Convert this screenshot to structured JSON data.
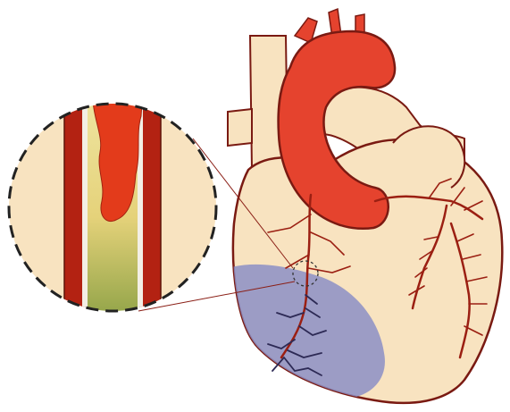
{
  "illustration": {
    "colors": {
      "muscle": "#f8e3c0",
      "outline": "#7a1a12",
      "aorta": "#e5432e",
      "infarct": "#8c8fc6",
      "artery_wall": "#b32212",
      "plaque_yellow": "#ecd88a",
      "plaque_green": "#8fa047",
      "clot": "#e33b1b",
      "vessel_lines": "#9b1f12"
    },
    "icons": [
      "heart",
      "aorta",
      "coronary-artery",
      "infarct-zone",
      "magnifier-circle",
      "artery-cross-section",
      "blood-clot",
      "plaque"
    ]
  }
}
